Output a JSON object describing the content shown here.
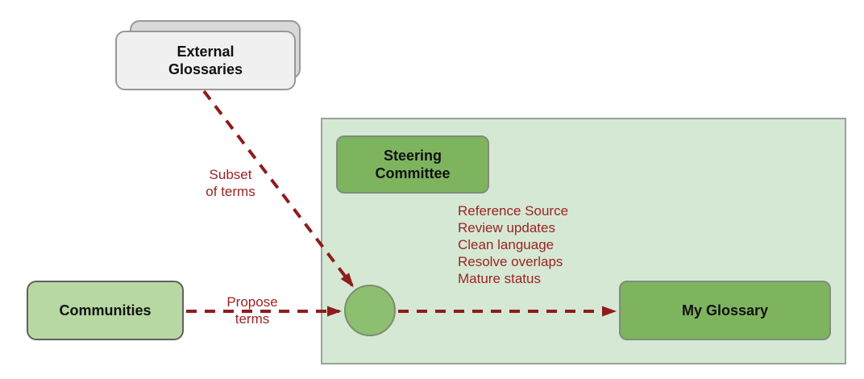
{
  "diagram": {
    "title": "glossary-governance-flow",
    "nodes": {
      "external_glossaries": {
        "label": "External\nGlossaries"
      },
      "steering_committee": {
        "label": "Steering\nCommittee"
      },
      "communities": {
        "label": "Communities"
      },
      "my_glossary": {
        "label": "My Glossary"
      },
      "hub": {
        "label": ""
      }
    },
    "edges": {
      "external_to_hub": {
        "label": "Subset\nof terms"
      },
      "communities_to_hub": {
        "label": "Propose\nterms"
      },
      "hub_to_my_glossary": {
        "label": "Reference Source\nReview updates\nClean language\nResolve overlaps\nMature status"
      }
    },
    "colors": {
      "container_fill": "#d5e8d4",
      "container_border": "#9aa39a",
      "node_green_fill": "#7fb45f",
      "node_light_green_fill": "#b7d8a2",
      "node_gray_fill": "#f0f0f0",
      "hub_fill": "#8cbf70",
      "arrow_red": "#8f1c1c",
      "label_red": "#9c2323",
      "node_text": "#111111"
    }
  }
}
